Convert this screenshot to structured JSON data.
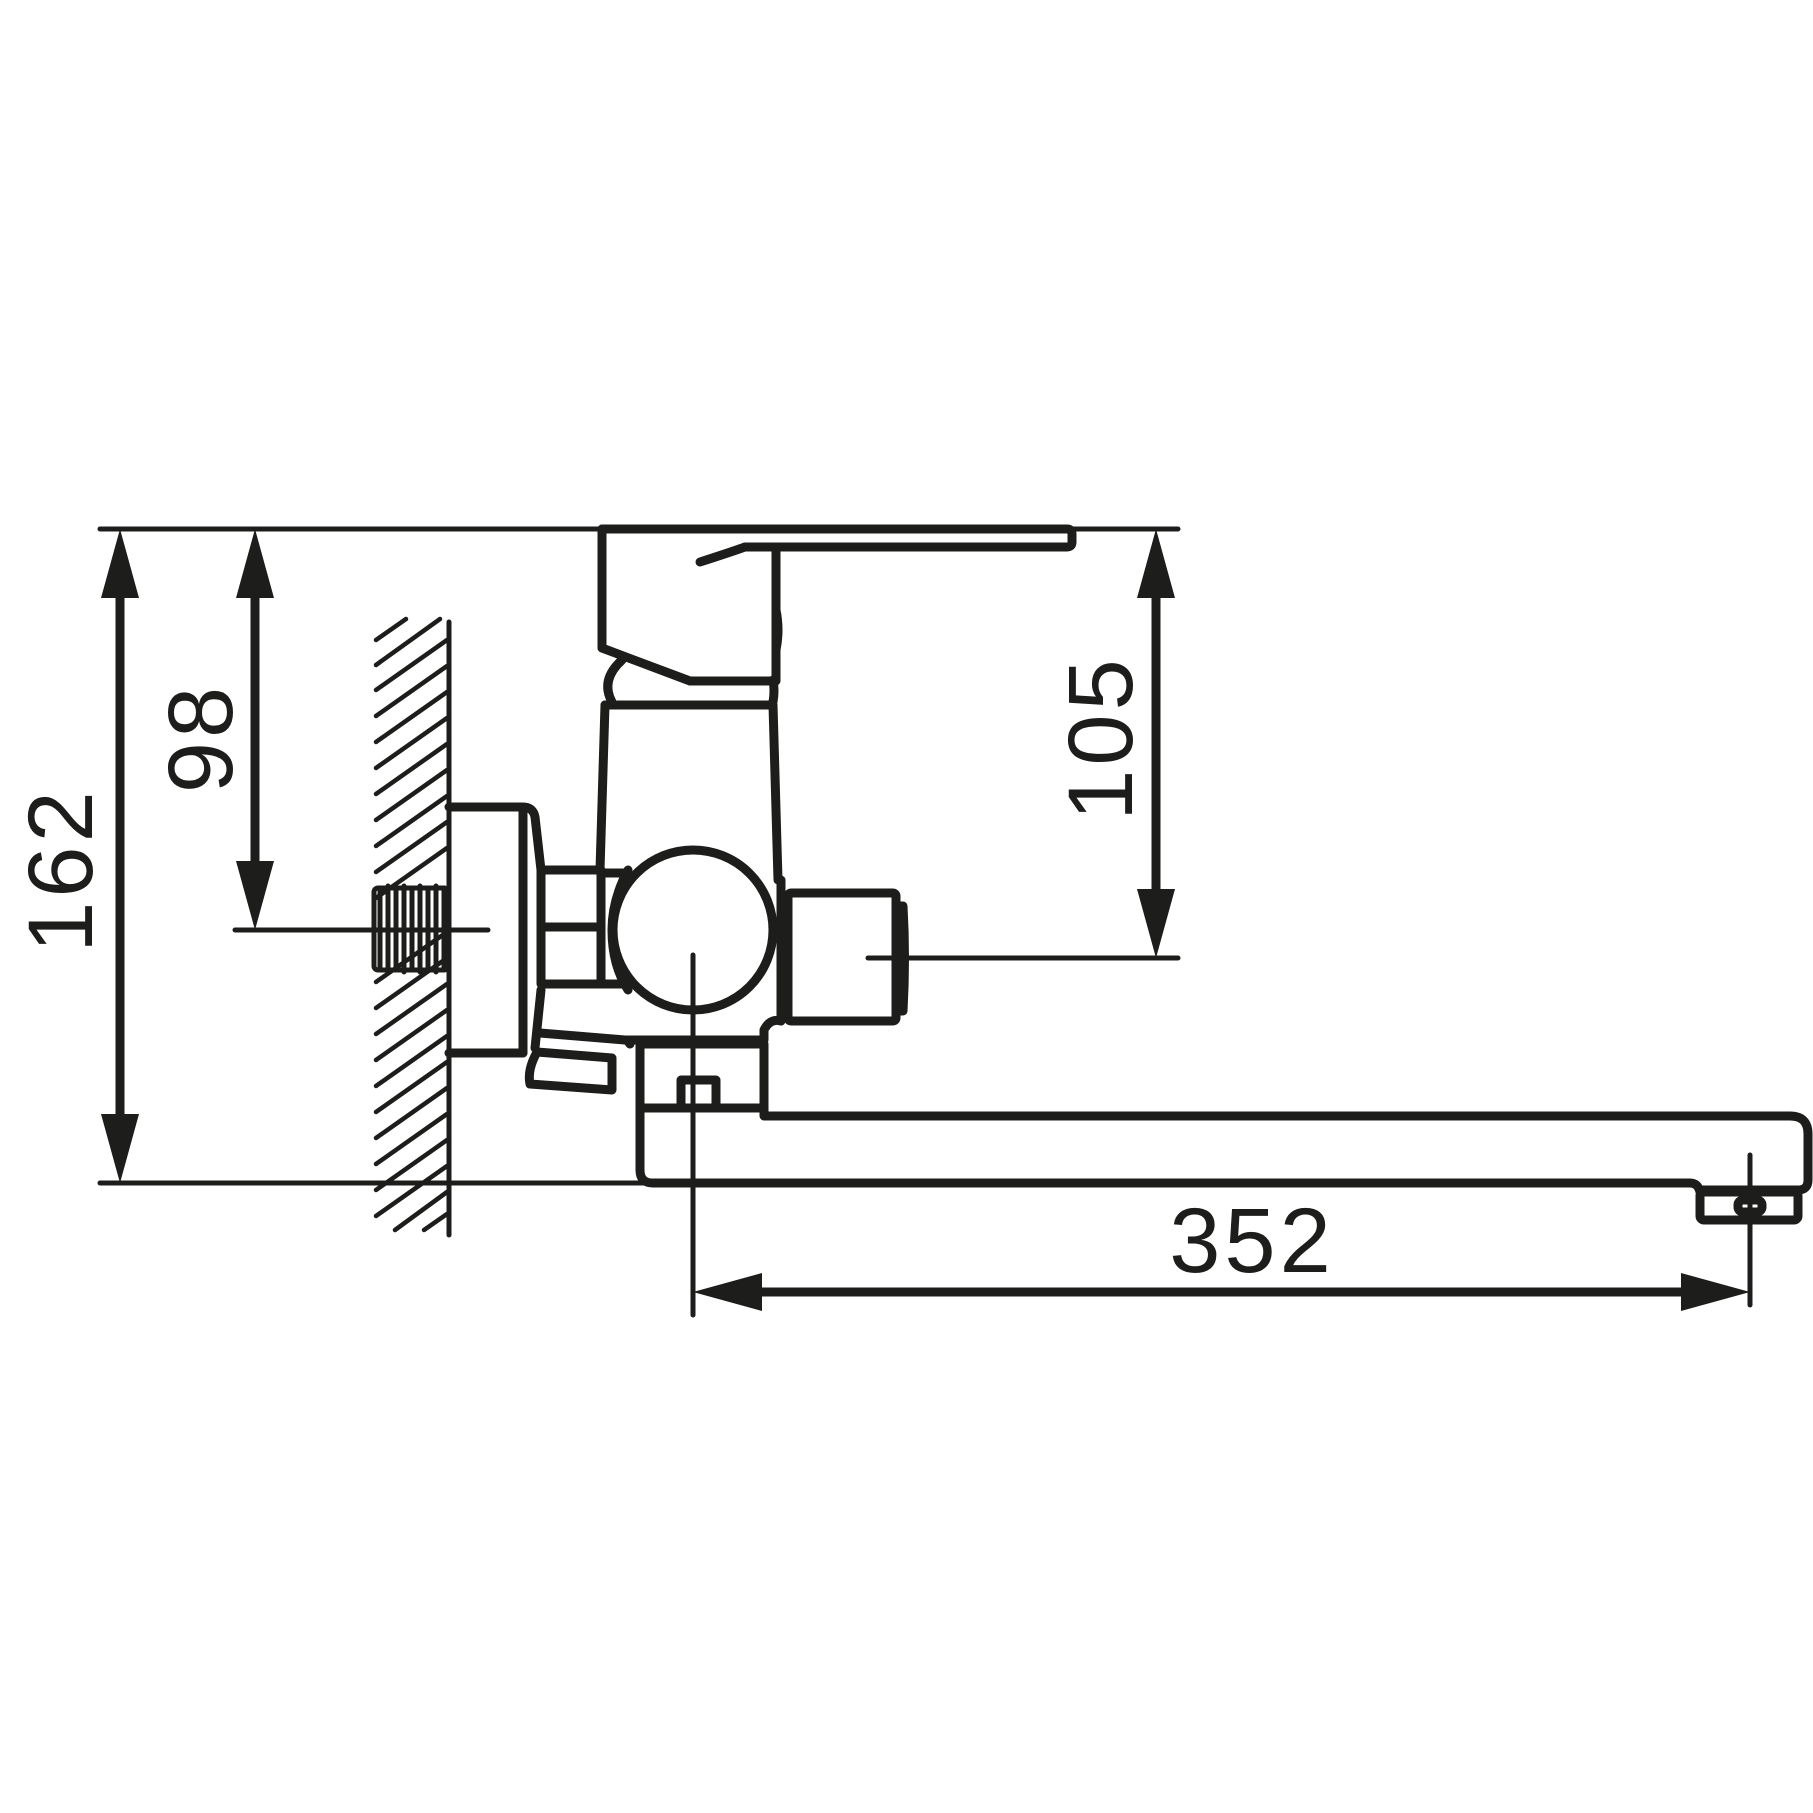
{
  "drawing": {
    "subject": "Wall-mounted single-lever mixer tap with long swivel spout (side view)",
    "line_color": "#1d1d1b",
    "background": "#ffffff"
  },
  "dimensions": {
    "overall_height": {
      "label": "162",
      "orientation": "vertical"
    },
    "top_to_inlet_axis": {
      "label": "98",
      "orientation": "vertical"
    },
    "top_to_outlet_axis": {
      "label": "105",
      "orientation": "vertical"
    },
    "spout_reach": {
      "label": "352",
      "orientation": "horizontal"
    }
  }
}
